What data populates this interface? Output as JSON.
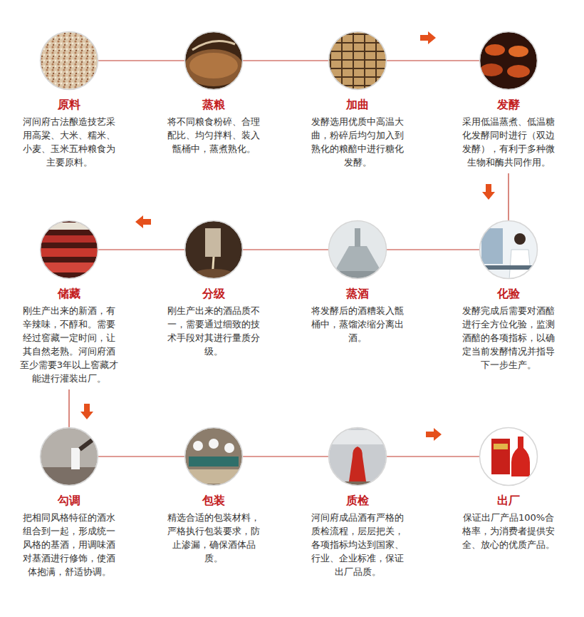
{
  "diagram": {
    "nodes": [
      {
        "text": [
          "原料",
          "河间府古法酿造技艺采用高粱、大米、糯米、小麦、玉米五种粮食为主要原料。"
        ]
      },
      {
        "text": [
          "蒸粮",
          "将不同粮食粉碎、合理配比、均匀拌料、装入甑桶中，蒸煮熟化。"
        ]
      },
      {
        "text": [
          "加曲",
          "发酵选用优质中高温大曲，粉碎后均匀加入到熟化的粮醅中进行糖化发酵。"
        ]
      },
      {
        "text": [
          "发酵",
          "采用低温蒸煮、低温糖化发酵同时进行（双边发酵），有利于多种微生物和酶共同作用。"
        ]
      },
      {
        "text": [
          "储藏",
          "刚生产出来的新酒，有辛辣味，不醇和。需要经过窖藏一定时间，让其自然老熟。河间府酒至少需要3年以上窖藏才能进行灌装出厂。"
        ]
      },
      {
        "text": [
          "分级",
          "刚生产出来的酒品质不一，需要通过细致的技术手段对其进行量质分级。"
        ]
      },
      {
        "text": [
          "蒸酒",
          "将发酵后的酒糟装入甑桶中，蒸馏浓缩分离出酒。"
        ]
      },
      {
        "text": [
          "化验",
          "发酵完成后需要对酒醅进行全方位化验，监测酒醅的各项指标，以确定当前发酵情况并指导下一步生产。"
        ]
      },
      {
        "text": [
          "勾调",
          "把相同风格特征的酒水组合到一起，形成统一风格的基酒，用调味酒对基酒进行修饰，使酒体抱满，舒适协调。"
        ]
      },
      {
        "text": [
          "包装",
          "精选合适的包装材料，严格执行包装要求，防止渗漏，确保酒体品质。"
        ]
      },
      {
        "text": [
          "质检",
          "河间府成品酒有严格的质检流程，层层把关，各项指标均达到国家、行业、企业标准，保证出厂品质。"
        ]
      },
      {
        "text": [
          "出厂",
          "保证出厂产品100%合格率，为消费者提供安全、放心的优质产品。"
        ]
      }
    ],
    "edges": [
      {
        "from": 0,
        "to": 1,
        "arrow": "none"
      },
      {
        "from": 1,
        "to": 2,
        "arrow": "none"
      },
      {
        "from": 2,
        "to": 3,
        "arrow": "none"
      },
      {
        "from": 3,
        "to": 7,
        "arrow": "none"
      },
      {
        "from": 7,
        "to": 6,
        "arrow": "none"
      },
      {
        "from": 6,
        "to": 5,
        "arrow": "none"
      },
      {
        "from": 5,
        "to": 4,
        "arrow": "none"
      },
      {
        "from": 4,
        "to": 8,
        "arrow": "none"
      },
      {
        "from": 8,
        "to": 9,
        "arrow": "none"
      },
      {
        "from": 9,
        "to": 10,
        "arrow": "none"
      },
      {
        "from": 10,
        "to": 11,
        "arrow": "none"
      }
    ]
  }
}
